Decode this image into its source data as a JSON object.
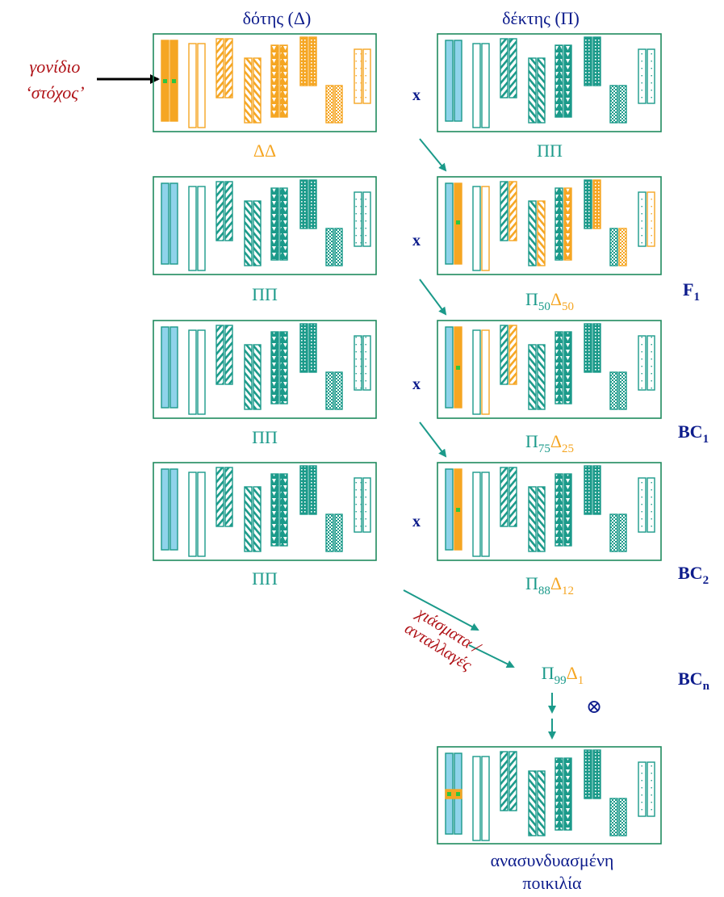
{
  "headers": {
    "donor": "δότης (Δ)",
    "recipient": "δέκτης (Π)"
  },
  "target_gene_label": [
    "γονίδιο",
    "‘στόχος’"
  ],
  "cross_symbol": "x",
  "selfing_symbol": "⊗",
  "rows": [
    {
      "left_label": {
        "text": "ΔΔ",
        "color": "orange"
      },
      "right_label": [
        {
          "t": "ΠΠ",
          "c": "teal"
        }
      ],
      "generation": ""
    },
    {
      "left_label": {
        "text": "ΠΠ",
        "color": "teal"
      },
      "right_label": [
        {
          "t": "Π",
          "c": "teal"
        },
        {
          "t": "50",
          "c": "teal",
          "sub": true
        },
        {
          "t": "Δ",
          "c": "orange"
        },
        {
          "t": "50",
          "c": "orange",
          "sub": true
        }
      ],
      "generation": {
        "main": "F",
        "sub": "1"
      }
    },
    {
      "left_label": {
        "text": "ΠΠ",
        "color": "teal"
      },
      "right_label": [
        {
          "t": "Π",
          "c": "teal"
        },
        {
          "t": "75",
          "c": "teal",
          "sub": true
        },
        {
          "t": "Δ",
          "c": "orange"
        },
        {
          "t": "25",
          "c": "orange",
          "sub": true
        }
      ],
      "generation": {
        "main": "BC",
        "sub": "1"
      }
    },
    {
      "left_label": {
        "text": "ΠΠ",
        "color": "teal"
      },
      "right_label": [
        {
          "t": "Π",
          "c": "teal"
        },
        {
          "t": "88",
          "c": "teal",
          "sub": true
        },
        {
          "t": "Δ",
          "c": "orange"
        },
        {
          "t": "12",
          "c": "orange",
          "sub": true
        }
      ],
      "generation": {
        "main": "BC",
        "sub": "2"
      }
    }
  ],
  "final_line": {
    "label": [
      {
        "t": "Π",
        "c": "teal"
      },
      {
        "t": "99",
        "c": "teal",
        "sub": true
      },
      {
        "t": "Δ",
        "c": "orange"
      },
      {
        "t": "1",
        "c": "orange",
        "sub": true
      }
    ],
    "generation": {
      "main": "BC",
      "sub": "n"
    }
  },
  "crossover_label": [
    "χιάσματα /",
    "ανταλλαγές"
  ],
  "result_label": [
    "ανασυνδυασμένη",
    "ποικιλία"
  ],
  "colors": {
    "teal": "#1b9a8a",
    "orange": "#f5a623",
    "light_blue": "#8fd3ea",
    "navy": "#0d1c8c",
    "dark_red": "#b01318",
    "green": "#2fc43f",
    "frame": "#1f8a5e"
  }
}
